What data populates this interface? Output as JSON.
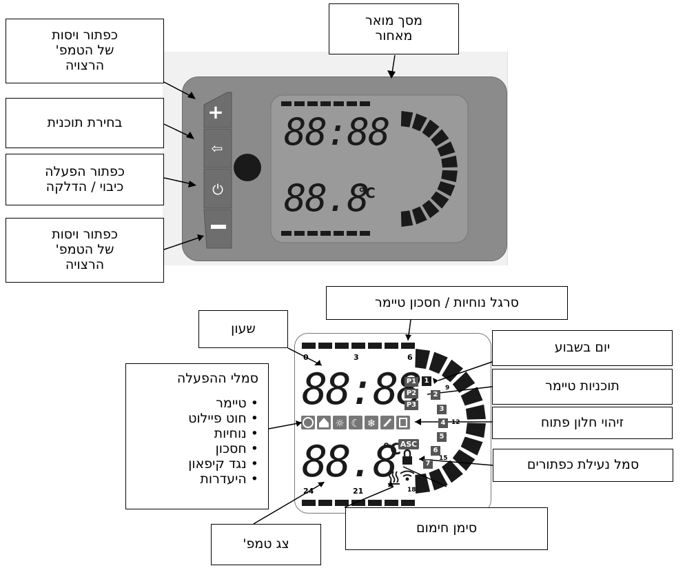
{
  "top_diagram": {
    "labels": {
      "backlit_screen": "מסך מואר\nמאחור",
      "temp_up_button": "כפתור ויסות\nשל הטמפ'\nהרצויה",
      "program_select": "בחירת תוכנית",
      "power_button": "כפתור הפעלה\nכיבוי / הדלקה",
      "temp_down_button": "כפתור ויסות\nשל הטמפ'\nהרצויה"
    }
  },
  "bottom_diagram": {
    "labels": {
      "comfort_eco_bar": "סרגל נוחיות / חסכון טיימר",
      "clock": "שעון",
      "weekday": "יום בשבוע",
      "timer_programs": "תוכניות טיימר",
      "open_window": "זיהוי חלון פתוח",
      "key_lock": "סמל נעילת כפתורים",
      "heating_indicator": "סימן חימום",
      "temp_display": "צג טמפ'"
    },
    "mode_icons": {
      "title": "סמלי ההפעלה",
      "items": [
        "טיימר",
        "חוט פיילוט",
        "נוחיות",
        "חסכון",
        "נגד קיפאון",
        "היעדרות"
      ]
    }
  },
  "lcd": {
    "time": "88:88",
    "temp": "88.8",
    "unit": "°C",
    "programs": [
      "P1",
      "P2",
      "P3"
    ],
    "days": [
      "1",
      "2",
      "3",
      "4",
      "5",
      "6",
      "7"
    ],
    "asc": "ASC",
    "scale_top": [
      "0",
      "3",
      "6"
    ],
    "scale_right": [
      "9",
      "12",
      "15",
      "18"
    ],
    "scale_bottom": [
      "24",
      "21"
    ]
  },
  "colors": {
    "device_panel": "#8b8b8b",
    "button": "#6e6e6e",
    "lcd_segment": "#1a1a1a"
  }
}
